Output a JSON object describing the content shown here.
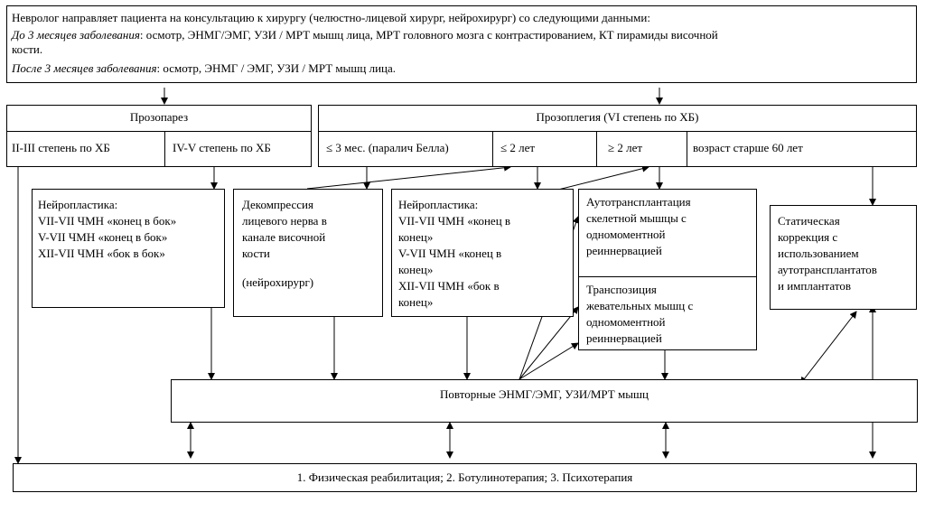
{
  "top": {
    "line1": "Невролог направляет пациента на консультацию к хирургу (челюстно-лицевой хирург, нейрохирург) со следующими данными:",
    "line2_italic": "До 3 месяцев заболевания",
    "line2_rest": ": осмотр, ЭНМГ/ЭМГ, УЗИ / МРТ  мышц лица, МРТ  головного мозга с контрастированием, КТ пирамиды височной",
    "line3": "кости.",
    "line4_italic": "После 3 месяцев заболевания",
    "line4_rest": ": осмотр, ЭНМГ / ЭМГ, УЗИ / МРТ  мышц лица."
  },
  "prosoparesis": {
    "title": "Прозопарез",
    "col1": "II-III  степень по ХБ",
    "col2": "IV-V  степень по ХБ"
  },
  "prosoplegia": {
    "title": "Прозоплегия (VI степень по ХБ)",
    "col1": "≤ 3 мес. (паралич Белла)",
    "col2": "≤ 2 лет",
    "col3": "≥ 2 лет",
    "col4": "возраст старше 60 лет"
  },
  "neuro1": {
    "title": "Нейропластика:",
    "l1": "VII-VII  ЧМН «конец в бок»",
    "l2": "V-VII  ЧМН «конец в бок»",
    "l3": "XII-VII  ЧМН «бок в бок»"
  },
  "decompression": {
    "l1": "Декомпрессия",
    "l2": "лицевого нерва в",
    "l3": "канале височной",
    "l4": "кости",
    "l5": "(нейрохирург)"
  },
  "neuro2": {
    "title": "Нейропластика:",
    "l1": "VII-VII  ЧМН «конец в",
    "l2": "конец»",
    "l3": "V-VII  ЧМН «конец в",
    "l4": "конец»",
    "l5": "XII-VII  ЧМН «бок в",
    "l6": "конец»"
  },
  "auto": {
    "l1": "Аутотрансплантация",
    "l2": "скелетной мышцы с",
    "l3": "одномоментной",
    "l4": "реиннервацией"
  },
  "transposition": {
    "l1": "Транспозиция",
    "l2": "жевательных мышц с",
    "l3": "одномоментной",
    "l4": "реиннервацией"
  },
  "static": {
    "l1": "Статическая",
    "l2": "коррекция с",
    "l3": "использованием",
    "l4": "аутотрансплантатов",
    "l5": "и имплантатов"
  },
  "repeat": {
    "label": "Повторные ЭНМГ/ЭМГ, УЗИ/МРТ мышц"
  },
  "bottom": {
    "label": "1. Физическая реабилитация; 2. Ботулинотерапия; 3. Психотерапия"
  }
}
